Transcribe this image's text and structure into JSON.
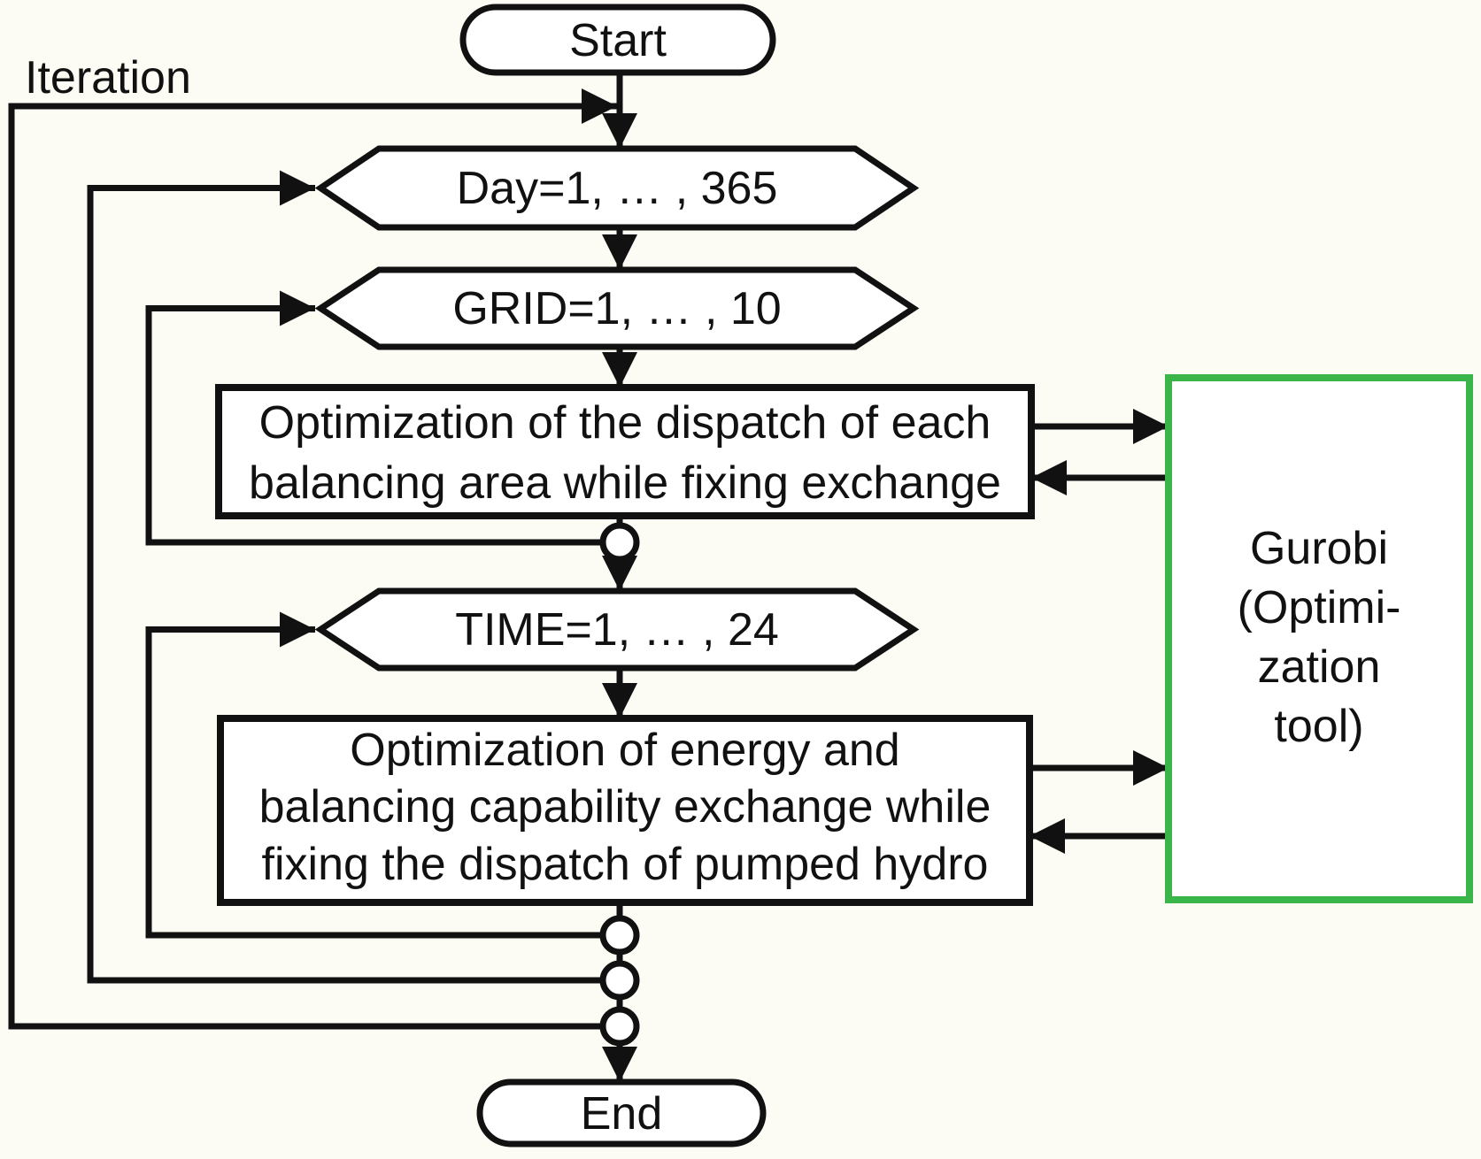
{
  "colors": {
    "background": "#fcfcf5",
    "line": "#111111",
    "shape_fill": "#ffffff",
    "gurobi_border": "#3ab54a"
  },
  "flowchart": {
    "iteration_label": "Iteration",
    "start": {
      "label": "Start"
    },
    "end": {
      "label": "End"
    },
    "loops": {
      "day": {
        "label": "Day=1, … , 365"
      },
      "grid": {
        "label": "GRID=1, … , 10"
      },
      "time": {
        "label": "TIME=1, … , 24"
      }
    },
    "processes": {
      "area_dispatch": {
        "lines": [
          "Optimization of the dispatch of each",
          "balancing area while fixing exchange"
        ]
      },
      "energy_exchange": {
        "lines": [
          "Optimization of energy and",
          "balancing capability exchange while",
          "fixing the dispatch of pumped hydro"
        ]
      }
    },
    "tool": {
      "lines": [
        "Gurobi",
        "(Optimi-",
        "zation",
        "tool)"
      ]
    }
  }
}
